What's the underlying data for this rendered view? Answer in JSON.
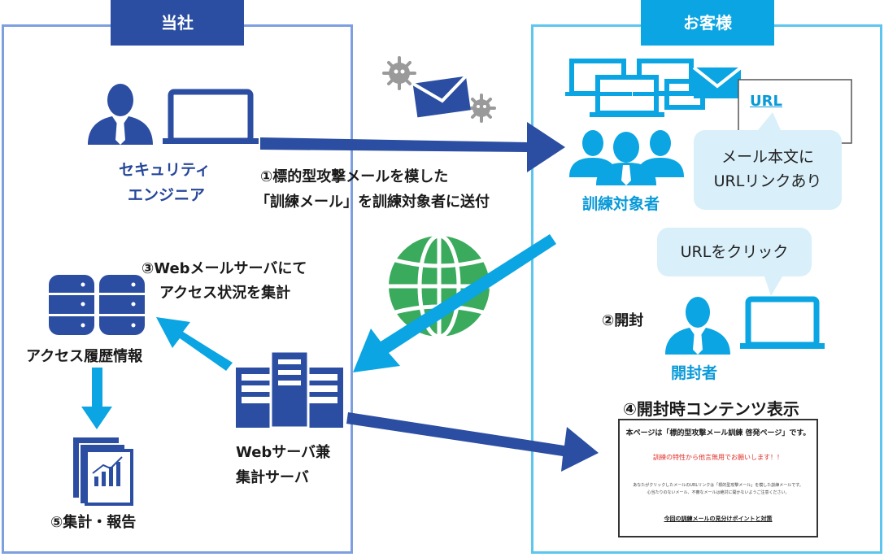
{
  "tabs": {
    "left": "当社",
    "right": "お客様"
  },
  "labels": {
    "engineer_line1": "セキュリティ",
    "engineer_line2": "エンジニア",
    "step1_line1": "①標的型攻撃メールを模した",
    "step1_line2": "「訓練メール」を訓練対象者に送付",
    "trainees": "訓練対象者",
    "step3_line1": "③Webメールサーバにて",
    "step3_line2": "アクセス状況を集計",
    "access_history": "アクセス履歴情報",
    "server_line1": "Webサーバ兼",
    "server_line2": "集計サーバ",
    "step5": "⑤集計・報告",
    "step2": "②開封",
    "opener": "開封者",
    "step4": "④開封時コンテンツ表示",
    "url_link": "URL"
  },
  "bubbles": {
    "mail_body_line1": "メール本文に",
    "mail_body_line2": "URLリンクあり",
    "click_url": "URLをクリック"
  },
  "doc": {
    "title": "本ページは「標的型攻撃メール訓練 啓発ページ」です。",
    "red_text": "訓練の特性から他言無用でお願いします！！",
    "body_line1": "あなたがクリックしたメールのURLリンクは「標的型攻撃メール」を模した訓練メールです。",
    "body_line2": "心当たりのないメール、不審なメールは絶対に開かないようご注意ください。",
    "link": "今回の訓練メールの見分けポイントと対策"
  },
  "colors": {
    "dark_blue": "#2b4ea2",
    "light_blue": "#0aa5e2",
    "green": "#3aaa5c",
    "gray": "#9a9a9a"
  }
}
